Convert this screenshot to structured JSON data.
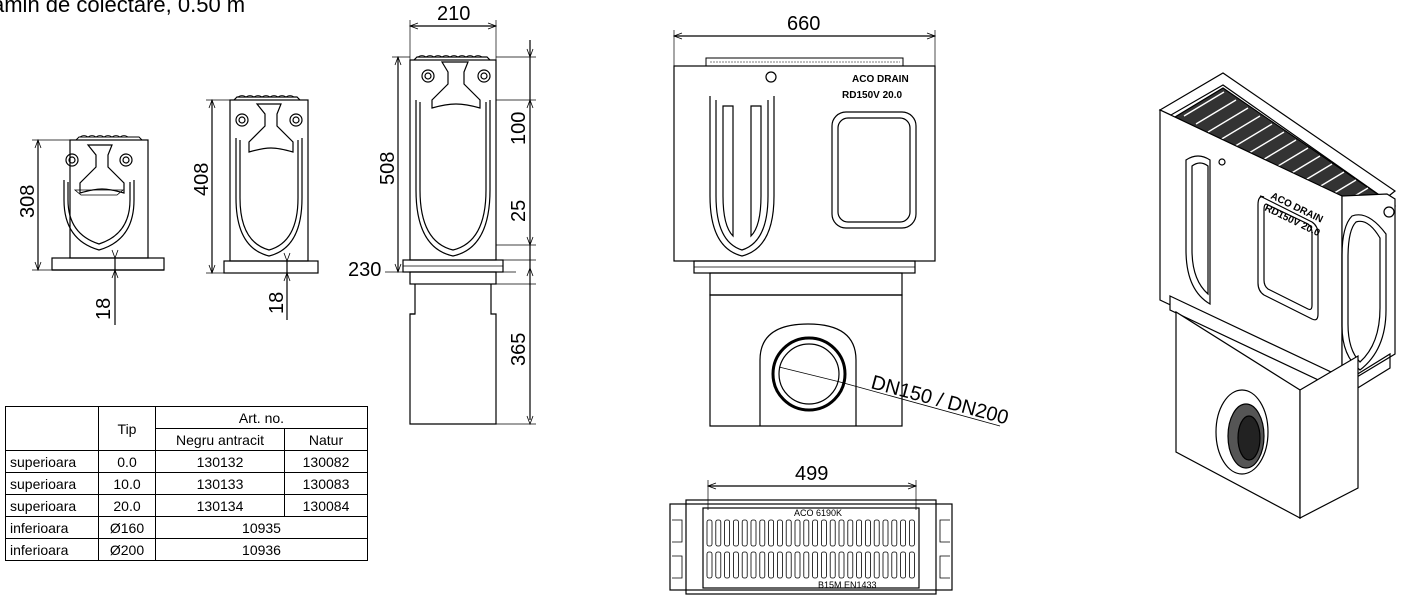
{
  "title": "amin de colectare, 0.50 m",
  "dimensions": {
    "d308": "308",
    "d18a": "18",
    "d408": "408",
    "d18b": "18",
    "d210": "210",
    "d508": "508",
    "d100": "100",
    "d25": "25",
    "d230": "230",
    "d365": "365",
    "d660": "660",
    "d499": "499",
    "dn": "DN150 / DN200"
  },
  "body_markings": {
    "line1": "ACO DRAIN",
    "line2": "RD150V  20.0",
    "iso_line1": "ACO DRAIN",
    "iso_line2": "RD150V 20.0",
    "grate_top": "ACO 6190K",
    "grate_bottom": "B15M  EN1433"
  },
  "table": {
    "header_tip": "Tip",
    "header_art": "Art. no.",
    "header_negru": "Negru antracit",
    "header_natur": "Natur",
    "rows": [
      {
        "label": "superioara",
        "tip": "0.0",
        "negru": "130132",
        "natur": "130082"
      },
      {
        "label": "superioara",
        "tip": "10.0",
        "negru": "130133",
        "natur": "130083"
      },
      {
        "label": "superioara",
        "tip": "20.0",
        "negru": "130134",
        "natur": "130084"
      }
    ],
    "rows_merged": [
      {
        "label": "inferioara",
        "tip": "Ø160",
        "art": "10935"
      },
      {
        "label": "inferioara",
        "tip": "Ø200",
        "art": "10936"
      }
    ]
  }
}
